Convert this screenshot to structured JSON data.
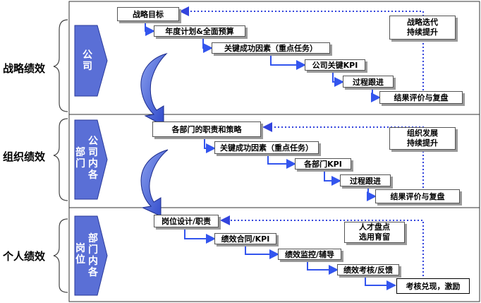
{
  "colors": {
    "arrow_blue": "#3355ee",
    "dashed_blue": "#3344dd",
    "chevron_fill": "#5a6fd6",
    "panel_border": "#333333"
  },
  "left_labels": {
    "strategic": "战略绩效",
    "organization": "组织绩效",
    "individual": "个人绩效"
  },
  "chevrons": {
    "company": [
      "公",
      "司"
    ],
    "dept_inner": {
      "col1": [
        "部",
        "门"
      ],
      "col2": [
        "公",
        "司",
        "内",
        "各"
      ]
    },
    "post_inner": {
      "col1": [
        "岗",
        "位"
      ],
      "col2": [
        "部",
        "门",
        "内",
        "各"
      ]
    }
  },
  "section1": {
    "steps": [
      "战略目标",
      "年度计划&全面预算",
      "关键成功因素（重点任务）",
      "公司关键KPI",
      "过程跟进",
      "结果评价与复盘"
    ],
    "note": [
      "战略迭代",
      "持续提升"
    ]
  },
  "section2": {
    "steps": [
      "各部门的职责和策略",
      "关键成功因素（重点任务）",
      "各部门KPI",
      "过程跟进",
      "结果评价与复盘"
    ],
    "note": [
      "组织发展",
      "持续提升"
    ]
  },
  "section3": {
    "steps": [
      "岗位设计/职责",
      "绩效合同/KPI",
      "绩效监控/辅导",
      "绩效考核/反馈"
    ],
    "note": [
      "人才盘点",
      "选用育留"
    ],
    "final": "考核兑现，激励"
  },
  "icons": [
    "brace-icon",
    "chevron-arrow-icon",
    "curved-arrow-icon",
    "step-arrow-icon",
    "dashed-feedback-arrow-icon"
  ]
}
